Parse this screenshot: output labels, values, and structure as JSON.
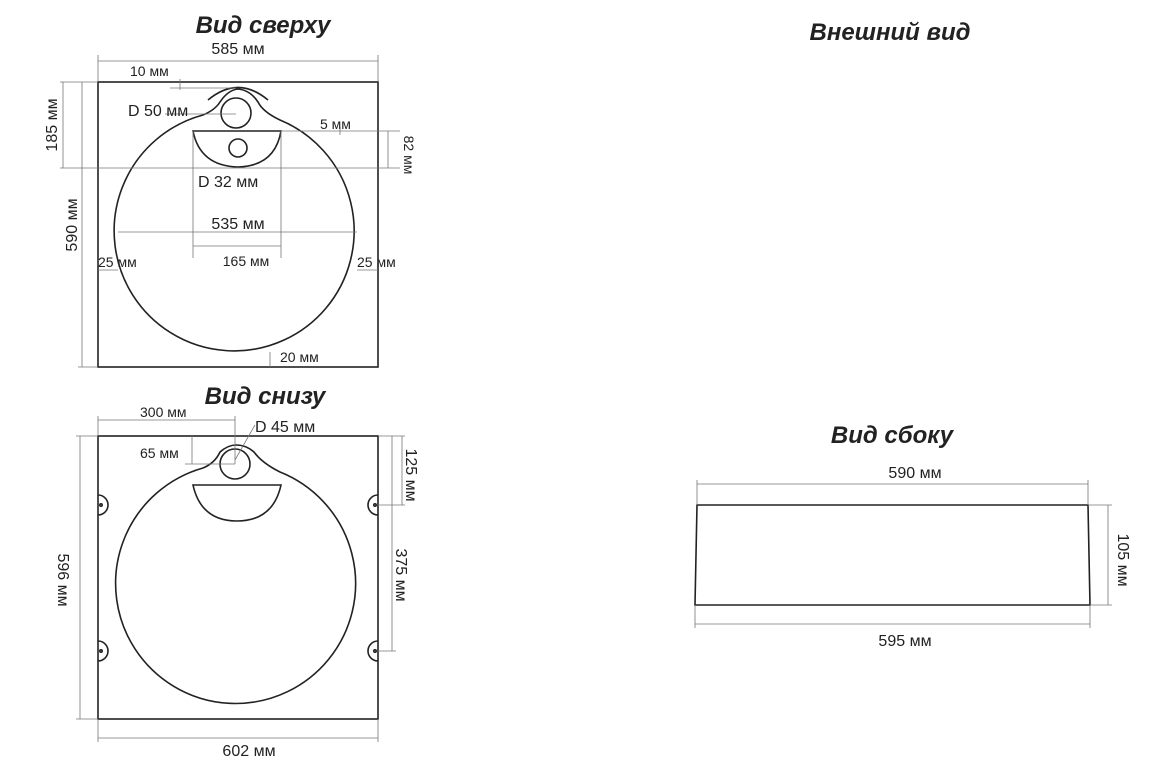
{
  "titles": {
    "top_view": "Вид сверху",
    "exterior": "Внешний вид",
    "bottom_view": "Вид снизу",
    "side_view": "Вид сбоку"
  },
  "top_view": {
    "width": "585 мм",
    "offset_10": "10 мм",
    "drain_d": "D 50 мм",
    "overflow_d": "D 32 мм",
    "gap_5": "5 мм",
    "depth_82": "82 мм",
    "h_185": "185 мм",
    "h_590": "590 мм",
    "bowl_535": "535 мм",
    "w_165": "165 мм",
    "left_25": "25 мм",
    "right_25": "25 мм",
    "bottom_20": "20 мм"
  },
  "bottom_view": {
    "w_300": "300 мм",
    "drain_d": "D 45 мм",
    "h_65": "65 мм",
    "h_125": "125 мм",
    "h_375": "375 мм",
    "h_596": "596 мм",
    "width": "602 мм"
  },
  "side_view": {
    "top": "590 мм",
    "height": "105 мм",
    "bottom": "595 мм"
  }
}
